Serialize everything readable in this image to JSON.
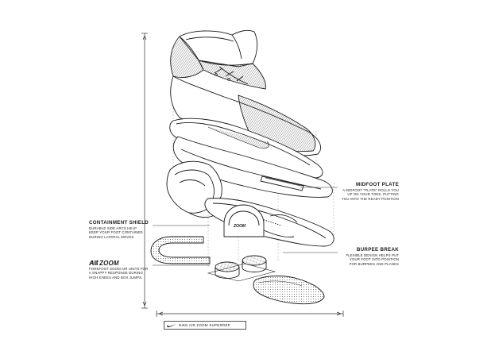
{
  "callouts": {
    "midfoot": {
      "title": "MIDFOOT PLATE",
      "lines": [
        "A MIDFOOT \"PLATE\" ROLLS YOU",
        "UP ON YOUR TOES, PUTTING",
        "YOU INTO THE READY POSITION"
      ]
    },
    "containment": {
      "title": "CONTAINMENT SHIELD",
      "lines": [
        "DURABLE SIDE ARCS HELP",
        "KEEP YOUR FOOT CONTAINED",
        "DURING LATERAL MOVES"
      ]
    },
    "burpee": {
      "title": "BURPEE BREAK",
      "lines": [
        "FLEXIBLE DESIGN HELPS PUT",
        "YOUR FOOT INTO POSITION",
        "FOR BURPEES AND PLANKS"
      ]
    },
    "zoom": {
      "logo_text": "ZOOM",
      "lines": [
        "FOREFOOT ZOOM AIR UNITS FOR",
        "A SNAPPY RESPONSE DURING",
        "HIGH KNEES AND BOX JUMPS."
      ]
    }
  },
  "parts": {
    "zoom_unit_label": "ZOOM"
  },
  "caption": {
    "text": "NIKE AIR ZOOM SUPERREP",
    "icon": "swoosh-icon"
  },
  "colors": {
    "ink": "#1a1a1a",
    "hatch": "#444444",
    "guide": "#9a9a9a"
  }
}
